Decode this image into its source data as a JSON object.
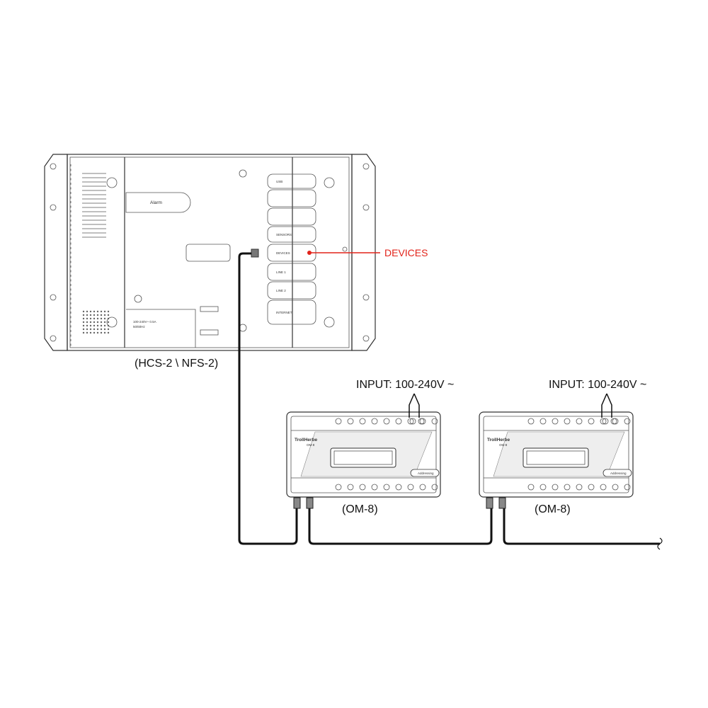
{
  "controller": {
    "caption": "(HCS-2 \\ NFS-2)",
    "alarm_label": "Alarm",
    "power_rating": "100-240V~ 0.5A",
    "power_freq": "50/60Hz",
    "ports": [
      "USB",
      "",
      "",
      "SENSORS",
      "DEVICES",
      "LINE 1",
      "LINE 2",
      "INTERNET"
    ],
    "callout": "DEVICES",
    "callout_color": "#e2231a"
  },
  "modules": [
    {
      "caption": "(OM-8)",
      "input_label": "INPUT: 100-240V ~",
      "brand": "TrollHerbe",
      "model": "OM-8",
      "addressing": "Addressing"
    },
    {
      "caption": "(OM-8)",
      "input_label": "INPUT: 100-240V ~",
      "brand": "TrollHerbe",
      "model": "OM-8",
      "addressing": "Addressing"
    }
  ]
}
